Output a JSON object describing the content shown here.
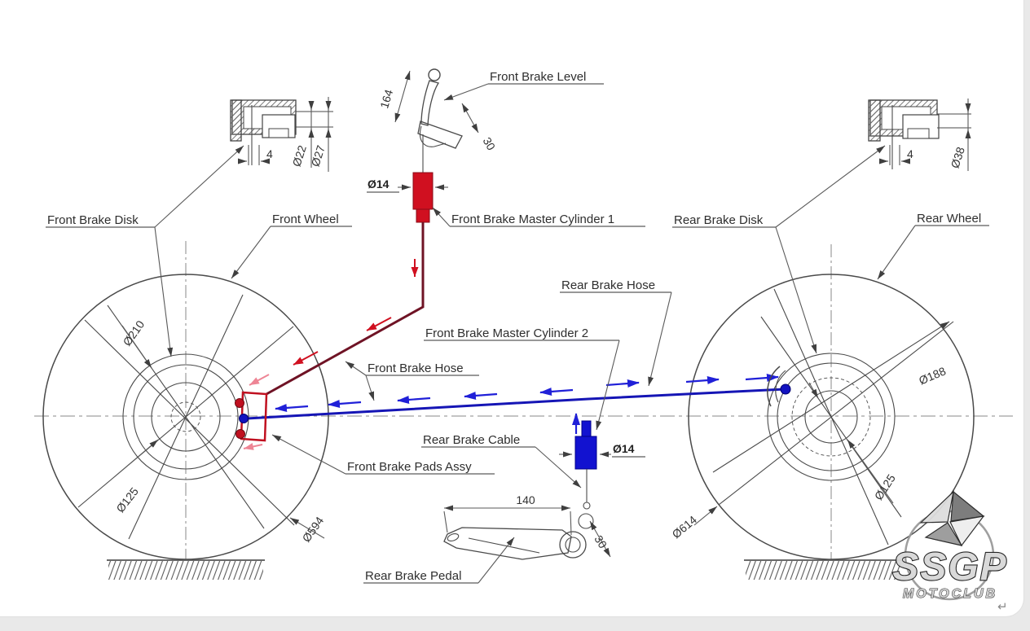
{
  "annotations": {
    "front_brake_level": "Front Brake Level",
    "front_brake_master_cylinder_1": "Front Brake Master Cylinder 1",
    "front_brake_disk": "Front Brake Disk",
    "front_wheel": "Front Wheel",
    "rear_brake_disk": "Rear Brake Disk",
    "rear_wheel": "Rear Wheel",
    "rear_brake_hose": "Rear Brake Hose",
    "front_brake_master_cylinder_2": "Front Brake Master Cylinder 2",
    "front_brake_hose": "Front Brake Hose",
    "rear_brake_cable": "Rear Brake Cable",
    "front_brake_pads_assy": "Front Brake Pads Assy",
    "rear_brake_pedal": "Rear Brake Pedal"
  },
  "dimensions": {
    "lever_length": "164",
    "lever_width": "30",
    "mc1_bore": "Ø14",
    "front_caliper_gap": "4",
    "front_caliper_bore_inner": "Ø22",
    "front_caliper_bore_outer": "Ø27",
    "front_disk_diameter": "Ø210",
    "front_hub_diameter": "Ø125",
    "front_wheel_diameter": "Ø594",
    "mc2_bore": "Ø14",
    "pedal_length": "140",
    "pedal_width": "30",
    "rear_wheel_diameter": "Ø614",
    "rear_hub_diameter": "Ø125",
    "rear_disk_diameter": "Ø188",
    "rear_caliper_gap": "4",
    "rear_caliper_bore": "Ø38"
  },
  "watermark": {
    "brand": "SSGP",
    "subtitle": "MOTOCLUB",
    "return_mark": "↵"
  },
  "colors": {
    "front_circuit": "#d01020",
    "front_hose_dark": "#6f1325",
    "rear_circuit": "#1515b5",
    "ink": "#4a4a4a"
  }
}
